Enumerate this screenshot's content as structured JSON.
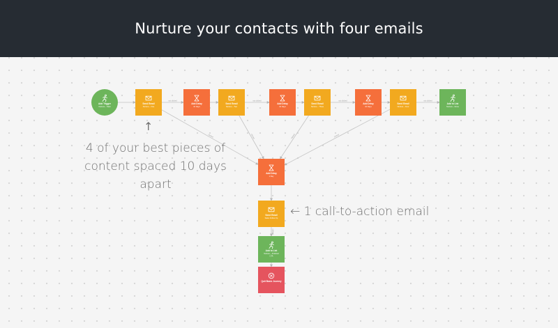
{
  "header": {
    "title": "Nurture your contacts with four emails"
  },
  "annotations": {
    "left_arrow": "↑",
    "left_line1": "4 of your best pieces of",
    "left_line2": "content spaced 10 days apart",
    "right_text": "← 1 call-to-action email"
  },
  "colors": {
    "email": "#f2a91f",
    "delay": "#f56f3b",
    "list": "#6db55b",
    "exit": "#e5545e",
    "header": "#262c33"
  },
  "nodes": [
    {
      "id": "n0",
      "kind": "list",
      "shape": "circle",
      "icon": "run-icon",
      "title": "Add Trigger",
      "sub": "Nurture – Start"
    },
    {
      "id": "n1",
      "kind": "email",
      "icon": "envelope-icon",
      "title": "Send Email",
      "sub": "Nurture – One"
    },
    {
      "id": "n2",
      "kind": "delay",
      "icon": "hourglass-icon",
      "title": "Add Delay",
      "sub": "10 Days"
    },
    {
      "id": "n3",
      "kind": "email",
      "icon": "envelope-icon",
      "title": "Send Email",
      "sub": "Nurture – Two"
    },
    {
      "id": "n4",
      "kind": "delay",
      "icon": "hourglass-icon",
      "title": "Add Delay",
      "sub": "10 Days"
    },
    {
      "id": "n5",
      "kind": "email",
      "icon": "envelope-icon",
      "title": "Send Email",
      "sub": "Nurture – Three"
    },
    {
      "id": "n6",
      "kind": "delay",
      "icon": "hourglass-icon",
      "title": "Add Delay",
      "sub": "10 Days"
    },
    {
      "id": "n7",
      "kind": "email",
      "icon": "envelope-icon",
      "title": "Send Email",
      "sub": "Nurture – Four"
    },
    {
      "id": "n8",
      "kind": "list",
      "icon": "run-icon",
      "title": "Add to List",
      "sub": "Nurture – Done"
    },
    {
      "id": "n9",
      "kind": "delay",
      "icon": "hourglass-icon",
      "title": "Add Delay",
      "sub": "1 Day"
    },
    {
      "id": "n10",
      "kind": "email",
      "icon": "envelope-icon",
      "title": "Send Email",
      "sub": "Sales Follow Up"
    },
    {
      "id": "n11",
      "kind": "list",
      "icon": "run-icon",
      "title": "Add to List",
      "sub": "Nurture – Finished",
      "sub2": "CTA"
    },
    {
      "id": "n12",
      "kind": "exit",
      "icon": "exit-icon",
      "title": "Quit Basic Journey",
      "sub": ""
    }
  ],
  "edges": [
    {
      "from": "n0",
      "to": "n1",
      "label": ""
    },
    {
      "from": "n1",
      "to": "n2",
      "label": "not clicked"
    },
    {
      "from": "n2",
      "to": "n3",
      "label": ""
    },
    {
      "from": "n3",
      "to": "n4",
      "label": "not clicked"
    },
    {
      "from": "n4",
      "to": "n5",
      "label": ""
    },
    {
      "from": "n5",
      "to": "n6",
      "label": "not clicked"
    },
    {
      "from": "n6",
      "to": "n7",
      "label": ""
    },
    {
      "from": "n7",
      "to": "n8",
      "label": "not clicked"
    },
    {
      "from": "n1",
      "to": "n9",
      "label": "clicked"
    },
    {
      "from": "n3",
      "to": "n9",
      "label": "clicked"
    },
    {
      "from": "n5",
      "to": "n9",
      "label": "clicked"
    },
    {
      "from": "n7",
      "to": "n9",
      "label": "clicked"
    },
    {
      "from": "n9",
      "to": "n10",
      "label": ""
    },
    {
      "from": "n10",
      "to": "n11",
      "label": "clicked"
    },
    {
      "from": "n11",
      "to": "n12",
      "label": ""
    }
  ]
}
